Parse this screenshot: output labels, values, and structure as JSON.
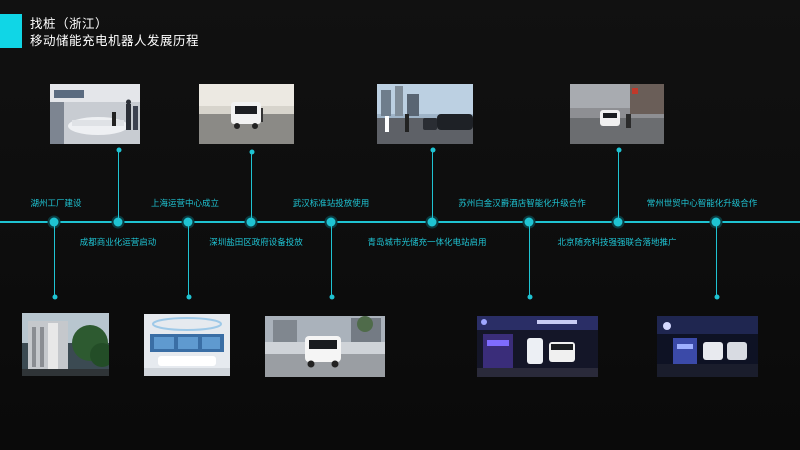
{
  "header": {
    "title_line1": "找桩（浙江）",
    "title_line2": "移动储能充电机器人发展历程"
  },
  "colors": {
    "accent": "#10d6e6",
    "timeline": "#1fc3d2",
    "background": "#0d0d0d"
  },
  "timeline": {
    "events_top": [
      {
        "label": "湖州工厂建设"
      },
      {
        "label": "上海运营中心成立"
      },
      {
        "label": "武汉标准站投放使用"
      },
      {
        "label": "苏州白金汉爵酒店智能化升级合作"
      },
      {
        "label": "常州世贸中心智能化升级合作"
      }
    ],
    "events_bottom": [
      {
        "label": "成都商业化运营启动"
      },
      {
        "label": "深圳盐田区政府设备投放"
      },
      {
        "label": "青岛城市光储充一体化电站启用"
      },
      {
        "label": "北京随充科技强强联合落地推广"
      }
    ]
  }
}
